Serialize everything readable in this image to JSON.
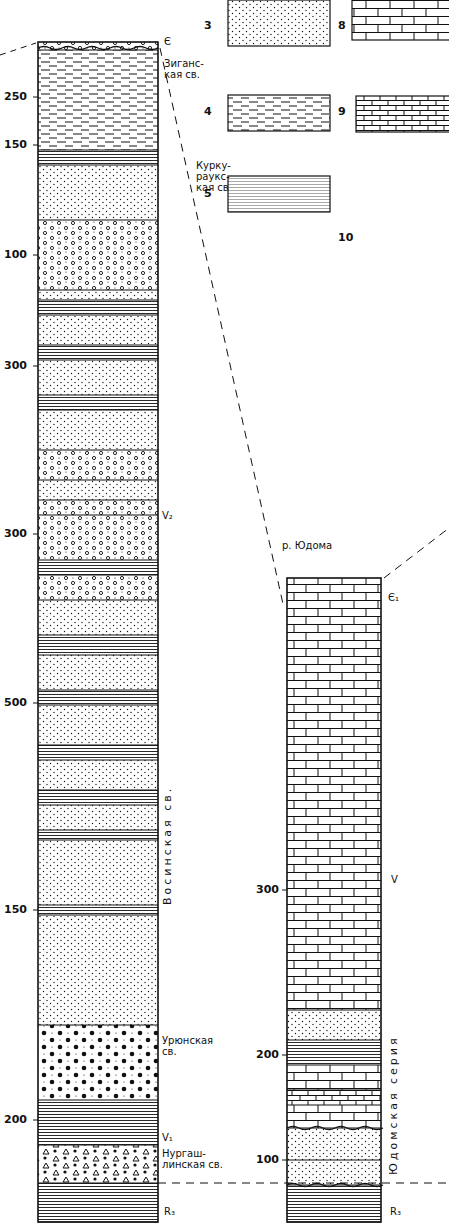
{
  "diagram": {
    "labels": [
      "Є",
      "250",
      "Зиганс- кая св.",
      "Курку- раукс- кая св",
      "150",
      "100",
      "300",
      "300",
      "V₂",
      "500",
      "Восинская св.",
      "150",
      "Урюнская св.",
      "200",
      "V₁",
      "Нургаш- линская св.",
      "R₃",
      "р. Юдома",
      "Є₁",
      "300",
      "V",
      "Юдомская серия",
      "200",
      "100",
      "R₃"
    ],
    "legend": [
      {
        "text": "3"
      },
      {
        "text": "8"
      },
      {
        "text": "4"
      },
      {
        "text": "9"
      },
      {
        "text": "5"
      },
      {
        "text": "10"
      }
    ]
  }
}
